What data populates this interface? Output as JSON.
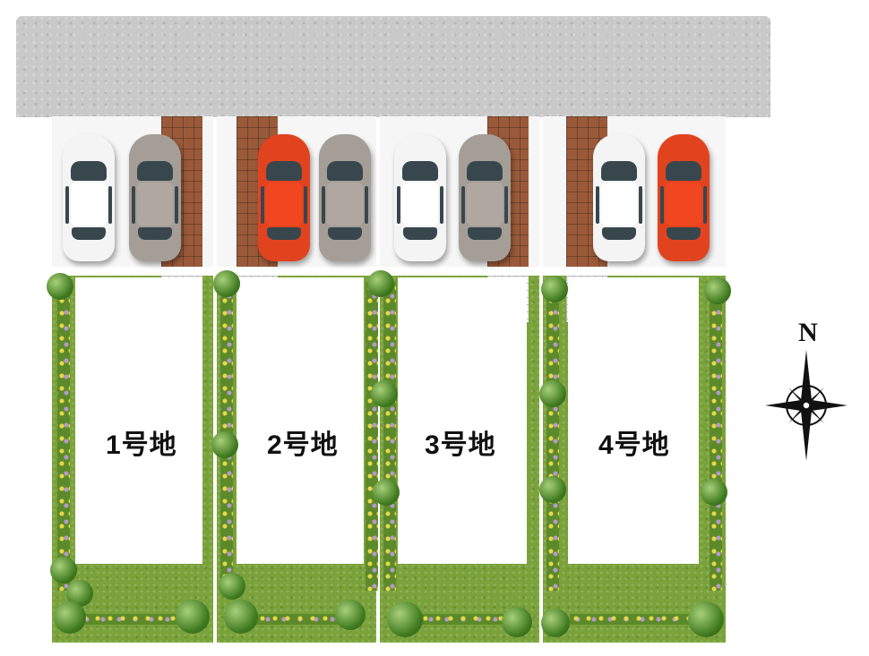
{
  "lots": [
    {
      "label": "1号地"
    },
    {
      "label": "2号地"
    },
    {
      "label": "3号地"
    },
    {
      "label": "4号地"
    }
  ],
  "compass": {
    "north_label": "N"
  },
  "cars": [
    "white",
    "gray",
    "red",
    "gray",
    "white",
    "gray",
    "white",
    "red"
  ],
  "colors": {
    "white": "#f4f4f4",
    "gray": "#a59e97",
    "red": "#e2431f",
    "grass": "#7aa23a",
    "brick": "#9a5a3a",
    "road": "#c9c9c9"
  },
  "icons": [
    "car-icon",
    "tree-icon",
    "compass-icon"
  ]
}
